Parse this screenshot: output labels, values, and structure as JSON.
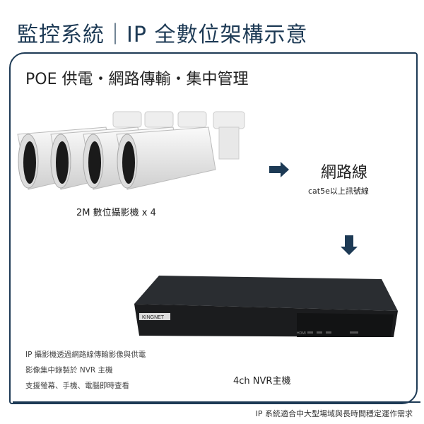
{
  "title": "監控系統｜IP 全數位架構示意",
  "subtitle": "POE 供電・網路傳輸・集中管理",
  "cameras": {
    "label": "2M 數位攝影機 x 4",
    "count": 4
  },
  "cable": {
    "title": "網路線",
    "note": "cat5e以上訊號線"
  },
  "nvr": {
    "label": "4ch NVR主機",
    "brand": "KINGNET",
    "port": "HDMI"
  },
  "description": [
    "IP 攝影機透過網路線傳輸影像與供電",
    "影像集中錄製於 NVR 主機",
    "支援螢幕、手機、電腦即時查看"
  ],
  "footer": "IP 系統適合中大型場域與長時間穩定運作需求",
  "colors": {
    "accent": "#1d3a55"
  }
}
